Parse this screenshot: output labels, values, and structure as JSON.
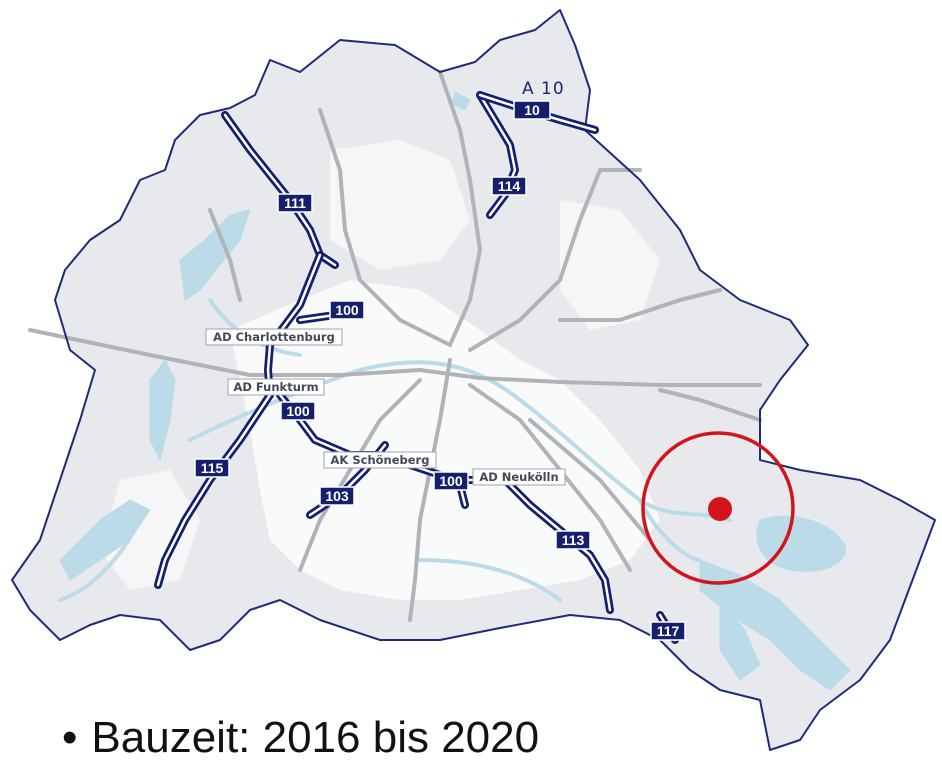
{
  "map": {
    "ring_label": "A 10",
    "highways": [
      {
        "id": "hw-10",
        "label": "10"
      },
      {
        "id": "hw-114",
        "label": "114"
      },
      {
        "id": "hw-111",
        "label": "111"
      },
      {
        "id": "hw-100-north",
        "label": "100"
      },
      {
        "id": "hw-100-west",
        "label": "100"
      },
      {
        "id": "hw-100-south",
        "label": "100"
      },
      {
        "id": "hw-115",
        "label": "115"
      },
      {
        "id": "hw-103",
        "label": "103"
      },
      {
        "id": "hw-113",
        "label": "113"
      },
      {
        "id": "hw-117",
        "label": "117"
      }
    ],
    "junctions": [
      {
        "id": "ad-charlottenburg",
        "label": "AD Charlottenburg"
      },
      {
        "id": "ad-funkturm",
        "label": "AD Funkturm"
      },
      {
        "id": "ak-schoeneberg",
        "label": "AK Schöneberg"
      },
      {
        "id": "ad-neukoelln",
        "label": "AD Neukölln"
      }
    ],
    "colors": {
      "boundary": "#1f2b7a",
      "land": "#e8e9ec",
      "water": "#bcdbe8",
      "roads": "#b0b3b8",
      "highway": "#14206e",
      "marker": "#d4141c"
    }
  },
  "bullet": {
    "symbol": "•",
    "text": "Bauzeit: 2016 bis 2020"
  }
}
